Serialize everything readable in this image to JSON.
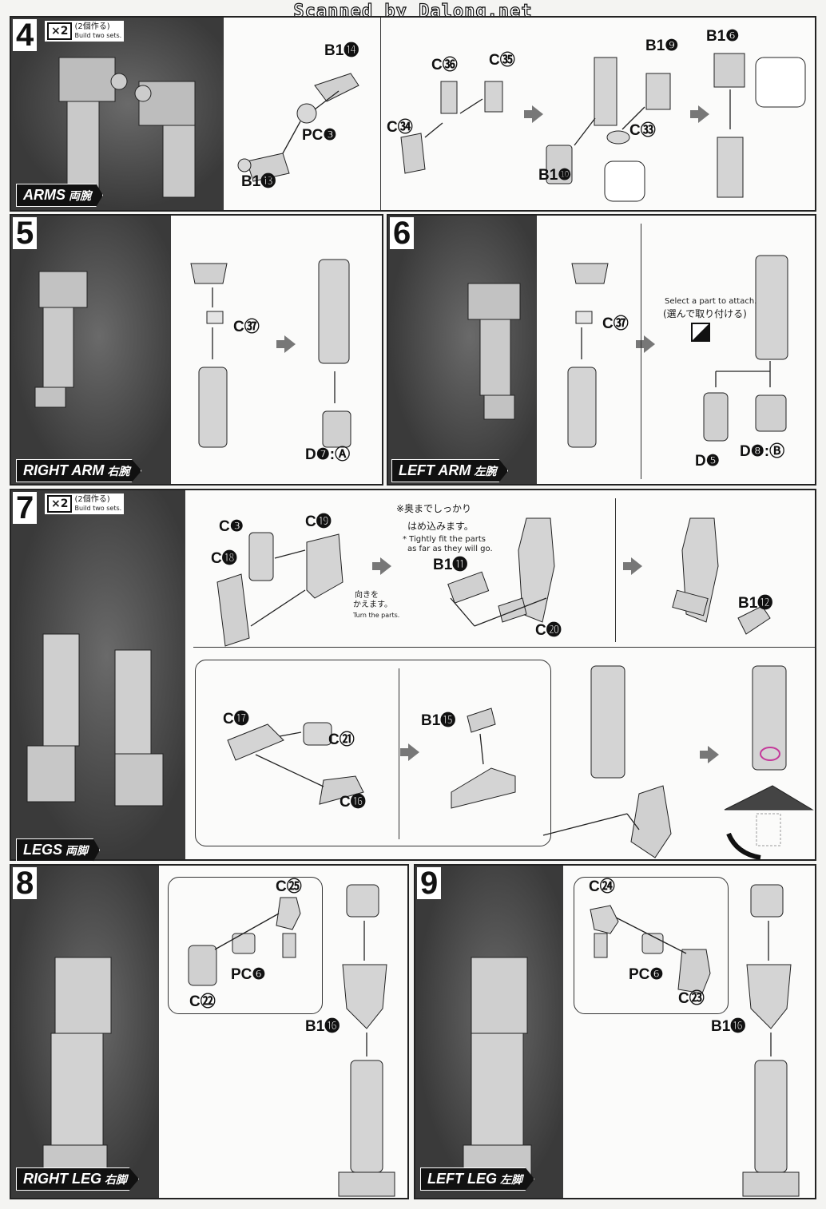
{
  "watermark": "Scanned by Dalong.net",
  "steps": [
    {
      "number": "4",
      "banner": "ARMS",
      "banner_jp": "両腕",
      "multiplier": "×2",
      "multiplier_jp": "(2個作る)",
      "multiplier_en": "Build two sets."
    },
    {
      "number": "5",
      "banner": "RIGHT ARM",
      "banner_jp": "右腕"
    },
    {
      "number": "6",
      "banner": "LEFT ARM",
      "banner_jp": "左腕"
    },
    {
      "number": "7",
      "banner": "LEGS",
      "banner_jp": "両脚",
      "multiplier": "×2",
      "multiplier_jp": "(2個作る)",
      "multiplier_en": "Build two sets."
    },
    {
      "number": "8",
      "banner": "RIGHT LEG",
      "banner_jp": "右脚"
    },
    {
      "number": "9",
      "banner": "LEFT LEG",
      "banner_jp": "左脚"
    }
  ],
  "labels": {
    "s4_b1_14": "B1⓮",
    "s4_pc3": "PC❸",
    "s4_b1_13": "B1⓭",
    "s4_c36": "C㊱",
    "s4_c35": "C㉟",
    "s4_c34": "C㉞",
    "s4_b1_9": "B1❾",
    "s4_c33": "C㉝",
    "s4_b1_10": "B1❿",
    "s4_b1_6": "B1❻",
    "s5_c37": "C㊲",
    "s5_d7": "D❼:Ⓐ",
    "s6_c37": "C㊲",
    "s6_d5": "D❺",
    "s6_d8": "D❽:Ⓑ",
    "s7_c3": "C❸",
    "s7_c19": "C⓳",
    "s7_c18": "C⓲",
    "s7_b1_11": "B1⓫",
    "s7_c20": "C⓴",
    "s7_b1_12": "B1⓬",
    "s7_c17": "C⓱",
    "s7_c21": "C㉑",
    "s7_c16": "C⓰",
    "s7_b1_15": "B1⓯",
    "s8_c25": "C㉕",
    "s8_pc6": "PC❻",
    "s8_c22": "C㉒",
    "s8_b1_16": "B1⓰",
    "s9_c24": "C㉔",
    "s9_pc6": "PC❻",
    "s9_c23": "C㉓",
    "s9_b1_16": "B1⓰"
  },
  "notes": {
    "select_en": "Select a part to attach.",
    "select_jp": "(選んで取り付ける)",
    "fit_jp1": "※奥までしっかり",
    "fit_jp2": "はめ込みます。",
    "fit_en1": "* Tightly fit the parts",
    "fit_en2": "as far as they will go.",
    "turn_jp1": "向きを",
    "turn_jp2": "かえます。",
    "turn_en": "Turn the parts."
  },
  "colors": {
    "panel_dark": "#3a3a3a",
    "part_fill": "#d6d6d6",
    "arrow_grey": "#777777",
    "accent_pink": "#c4399a"
  }
}
